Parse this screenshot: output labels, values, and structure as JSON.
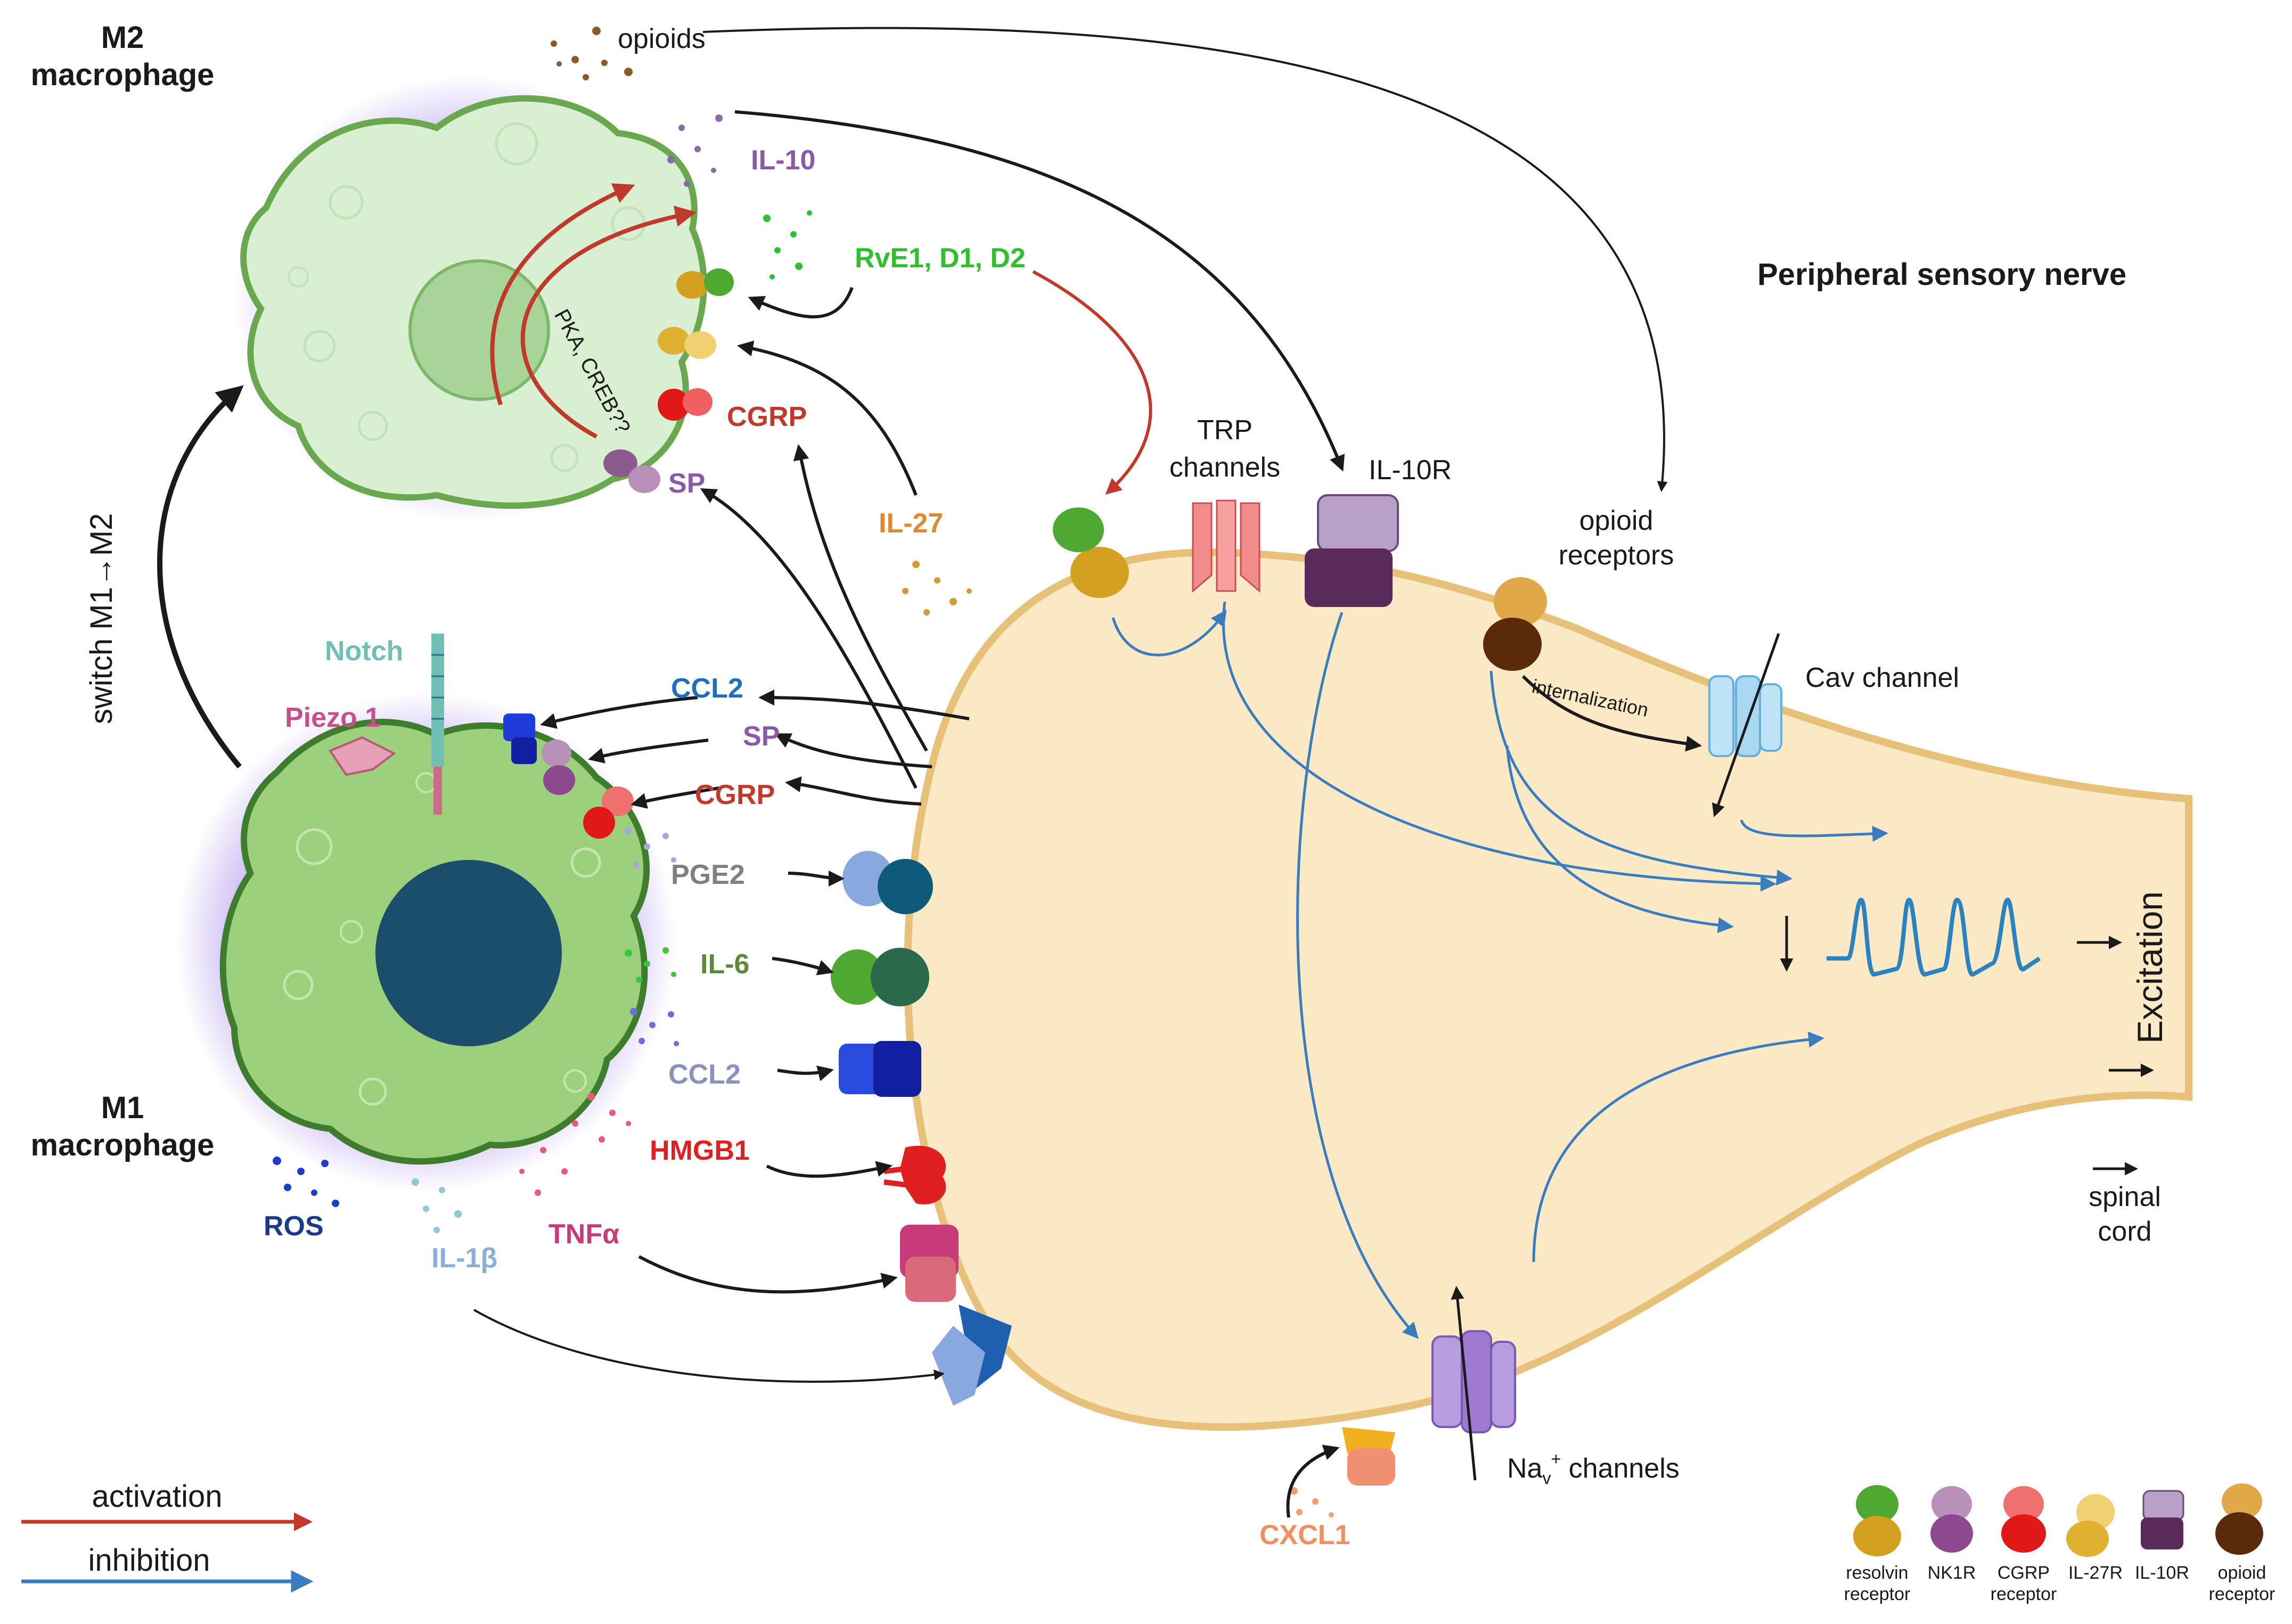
{
  "cells": {
    "m2_title_1": "M2",
    "m2_title_2": "macrophage",
    "m1_title_1": "M1",
    "m1_title_2": "macrophage",
    "switch": "switch M1→M2",
    "pka": "PKA, CREB??"
  },
  "mediators": {
    "opioids": "opioids",
    "il10": "IL-10",
    "resolvins": "RvE1, D1, D2",
    "cgrp_m2": "CGRP",
    "sp_m2": "SP",
    "il27": "IL-27",
    "notch": "Notch",
    "piezo": "Piezo 1",
    "ccl2_top": "CCL2",
    "sp_m1": "SP",
    "cgrp_m1": "CGRP",
    "pge2": "PGE2",
    "il6": "IL-6",
    "ccl2_m1": "CCL2",
    "hmgb1": "HMGB1",
    "ros": "ROS",
    "il1b": "IL-1β",
    "tnfa": "TNFα",
    "cxcl1": "CXCL1"
  },
  "nerve": {
    "title": "Peripheral sensory nerve",
    "trp_1": "TRP",
    "trp_2": "channels",
    "il10r": "IL-10R",
    "opioid_rec_1": "opioid",
    "opioid_rec_2": "receptors",
    "internalization": "internalization",
    "cav": "Cav channel",
    "nav_main": "Na",
    "nav_sub": "v",
    "nav_sup": "+",
    "nav_rest": " channels",
    "excitation": "Excitation",
    "spinal_1": "spinal",
    "spinal_2": "cord"
  },
  "key": {
    "activation": "activation",
    "inhibition": "inhibition",
    "activation_color": "#c0392b",
    "inhibition_color": "#3a7cc0"
  },
  "legend": [
    {
      "line1": "resolvin",
      "line2": "receptor"
    },
    {
      "line1": "NK1R",
      "line2": ""
    },
    {
      "line1": "CGRP",
      "line2": "receptor"
    },
    {
      "line1": "IL-27R",
      "line2": ""
    },
    {
      "line1": "IL-10R",
      "line2": ""
    },
    {
      "line1": "opioid",
      "line2": "receptor"
    }
  ]
}
